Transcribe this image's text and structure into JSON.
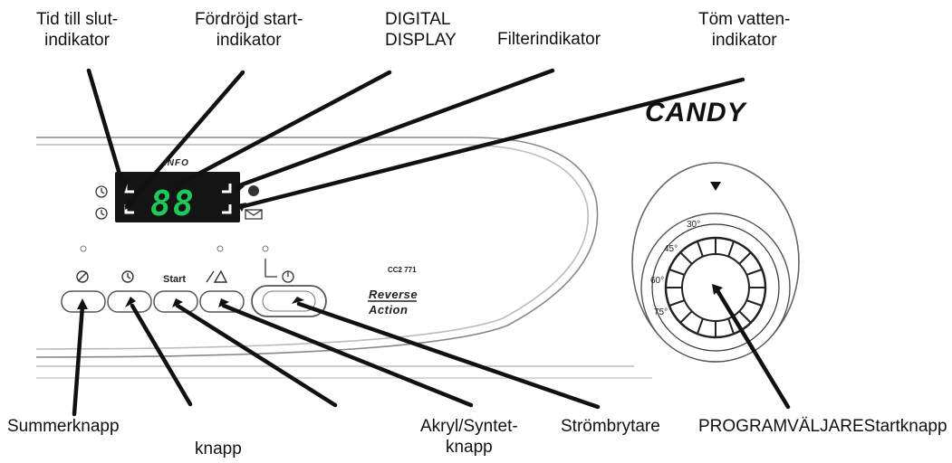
{
  "labels": {
    "time_to_end": [
      "Tid till slut-",
      "indikator"
    ],
    "delayed_start": [
      "Fördröjd start-",
      "indikator"
    ],
    "digital_display": [
      "DIGITAL",
      "DISPLAY"
    ],
    "filter": "Filterindikator",
    "empty_water": [
      "Töm vatten-",
      "indikator"
    ],
    "buzzer_button": "Summerknapp",
    "button": "knapp",
    "acrylic_button": [
      "Akryl/Syntet-",
      "knapp"
    ],
    "power_switch": "Strömbrytare",
    "program_selector": "PROGRAMVÄLJAREStartknapp"
  },
  "panel": {
    "brand": "CANDY",
    "info": "INFO",
    "display_value": "88",
    "start_label": "Start",
    "model": "CC2 771",
    "reverse": "Reverse",
    "action": "Action"
  },
  "dial": {
    "numbers": [
      "30°",
      "45°",
      "60°",
      "75°"
    ]
  },
  "colors": {
    "display_bg": "#141414",
    "digits": "#1ec95a",
    "line": "#111111"
  }
}
